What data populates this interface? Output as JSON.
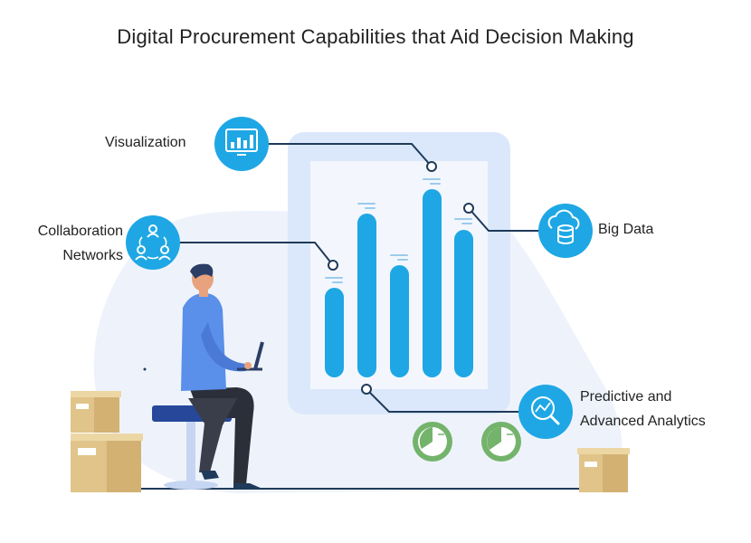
{
  "title": "Digital Procurement Capabilities that Aid Decision Making",
  "capabilities": [
    {
      "id": "visualization",
      "lines": [
        "Visualization"
      ],
      "icon": "monitor-chart-icon"
    },
    {
      "id": "collaboration",
      "lines": [
        "Collaboration",
        "Networks"
      ],
      "icon": "people-network-icon"
    },
    {
      "id": "big-data",
      "lines": [
        "Big Data"
      ],
      "icon": "cloud-database-icon"
    },
    {
      "id": "predictive",
      "lines": [
        "Predictive and",
        "Advanced Analytics"
      ],
      "icon": "magnifier-chart-icon"
    }
  ],
  "colors": {
    "accent": "#1ea7e4",
    "bar": "#1ea7e4",
    "tablet_frame": "#dbe8fb",
    "tablet_screen": "#f3f7fd",
    "blob": "#eef3fb",
    "connector": "#1f3a5a",
    "box": "#e0c48a",
    "gauge": "#74b36b",
    "person_shirt": "#5a8fea",
    "person_pants": "#2c2f3a",
    "stool": "#27489a"
  },
  "decor_icons": [
    "laptop-icon",
    "person-illustration",
    "stool-icon",
    "box-icon",
    "gauge-icon"
  ]
}
